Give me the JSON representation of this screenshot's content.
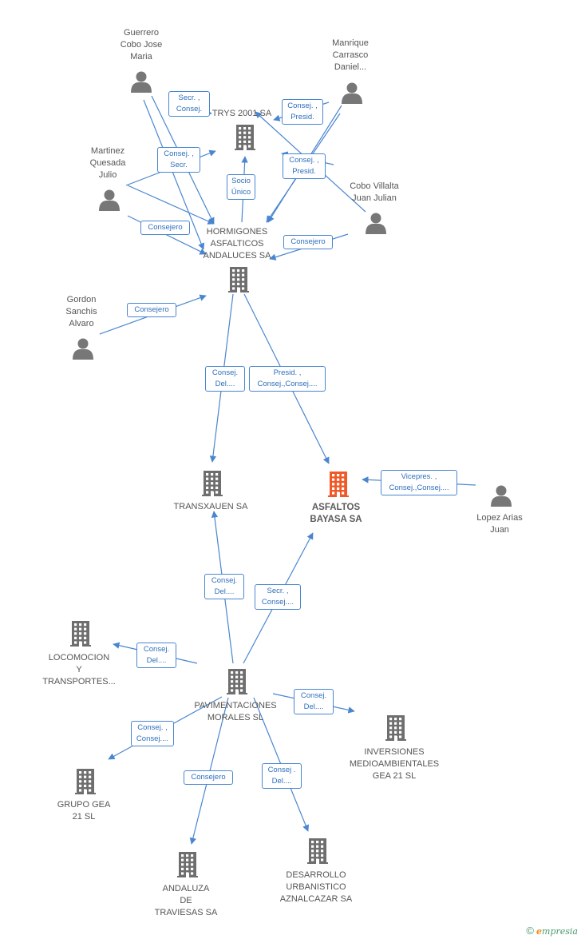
{
  "nodes": {
    "guerrero": {
      "type": "person",
      "lines": [
        "Guerrero",
        "Cobo Jose",
        "Maria"
      ]
    },
    "manrique": {
      "type": "person",
      "lines": [
        "Manrique",
        "Carrasco",
        "Daniel..."
      ]
    },
    "martinez": {
      "type": "person",
      "lines": [
        "Martinez",
        "Quesada",
        "Julio"
      ]
    },
    "cobo": {
      "type": "person",
      "lines": [
        "Cobo Villalta",
        "Juan Julian"
      ]
    },
    "gordon": {
      "type": "person",
      "lines": [
        "Gordon",
        "Sanchis",
        "Alvaro"
      ]
    },
    "lopez": {
      "type": "person",
      "lines": [
        "Lopez Arias",
        "Juan"
      ]
    },
    "trys": {
      "type": "company",
      "lines": [
        "TRYS 2001 SA"
      ]
    },
    "hormigones": {
      "type": "company",
      "lines": [
        "HORMIGONES",
        "ASFALTICOS",
        "ANDALUCES SA"
      ]
    },
    "transxauen": {
      "type": "company",
      "lines": [
        "TRANSXAUEN SA"
      ]
    },
    "asfaltos": {
      "type": "company",
      "highlight": true,
      "lines": [
        "ASFALTOS",
        "BAYASA SA"
      ]
    },
    "locomocion": {
      "type": "company",
      "lines": [
        "LOCOMOCION",
        "Y",
        "TRANSPORTES..."
      ]
    },
    "pavimentaciones": {
      "type": "company",
      "lines": [
        "PAVIMENTACIONES",
        "MORALES SL"
      ]
    },
    "inversiones": {
      "type": "company",
      "lines": [
        "INVERSIONES",
        "MEDIOAMBIENTALES",
        "GEA 21 SL"
      ]
    },
    "grupo": {
      "type": "company",
      "lines": [
        "GRUPO GEA",
        "21 SL"
      ]
    },
    "andaluza": {
      "type": "company",
      "lines": [
        "ANDALUZA",
        "DE",
        "TRAVIESAS SA"
      ]
    },
    "desarrollo": {
      "type": "company",
      "lines": [
        "DESARROLLO",
        "URBANISTICO",
        "AZNALCAZAR SA"
      ]
    }
  },
  "edges": [
    {
      "id": "e1",
      "from": "guerrero",
      "to": "trys",
      "label": [
        "Secr. ,",
        "Consej."
      ]
    },
    {
      "id": "e2",
      "from": "manrique",
      "to": "trys",
      "label": [
        "Consej. ,",
        "Presid."
      ]
    },
    {
      "id": "e3",
      "from": "martinez",
      "to": "trys",
      "label": [
        "Consej. ,",
        "Secr."
      ]
    },
    {
      "id": "e4",
      "from": "cobo",
      "to": "trys",
      "label": [
        "Consej. ,",
        "Presid."
      ]
    },
    {
      "id": "e5",
      "from": "hormigones",
      "to": "trys",
      "label": [
        "Socio",
        "Único"
      ]
    },
    {
      "id": "e6",
      "from": "guerrero",
      "to": "hormigones",
      "label": []
    },
    {
      "id": "e7",
      "from": "martinez",
      "to": "hormigones",
      "label": [
        "Consejero"
      ]
    },
    {
      "id": "e8",
      "from": "manrique",
      "to": "hormigones",
      "label": []
    },
    {
      "id": "e9",
      "from": "cobo",
      "to": "hormigones",
      "label": [
        "Consejero"
      ]
    },
    {
      "id": "e10",
      "from": "gordon",
      "to": "hormigones",
      "label": [
        "Consejero"
      ]
    },
    {
      "id": "e11",
      "from": "hormigones",
      "to": "transxauen",
      "label": [
        "Consej.",
        "Del...."
      ]
    },
    {
      "id": "e12",
      "from": "hormigones",
      "to": "asfaltos",
      "label": [
        "Presid. ,",
        "Consej.,Consej...."
      ]
    },
    {
      "id": "e13",
      "from": "lopez",
      "to": "asfaltos",
      "label": [
        "Vicepres. ,",
        "Consej.,Consej...."
      ]
    },
    {
      "id": "e14",
      "from": "pavimentaciones",
      "to": "transxauen",
      "label": [
        "Consej.",
        "Del...."
      ]
    },
    {
      "id": "e15",
      "from": "pavimentaciones",
      "to": "asfaltos",
      "label": [
        "Secr. ,",
        "Consej...."
      ]
    },
    {
      "id": "e16",
      "from": "pavimentaciones",
      "to": "locomocion",
      "label": [
        "Consej.",
        "Del...."
      ]
    },
    {
      "id": "e17",
      "from": "pavimentaciones",
      "to": "inversiones",
      "label": [
        "Consej.",
        "Del...."
      ]
    },
    {
      "id": "e18",
      "from": "pavimentaciones",
      "to": "grupo",
      "label": [
        "Consej. ,",
        "Consej...."
      ]
    },
    {
      "id": "e19",
      "from": "pavimentaciones",
      "to": "andaluza",
      "label": [
        "Consejero"
      ]
    },
    {
      "id": "e20",
      "from": "pavimentaciones",
      "to": "desarrollo",
      "label": [
        "Consej .",
        "Del...."
      ]
    }
  ],
  "colors": {
    "edge": "#4a86d0",
    "person_icon": "#777777",
    "company_icon": "#6e6e6e",
    "highlight_icon": "#f05a28",
    "label_text": "#2f6fbd"
  },
  "footer": {
    "copyright": "©",
    "brand_e": "e",
    "brand_rest": "mpresia"
  }
}
